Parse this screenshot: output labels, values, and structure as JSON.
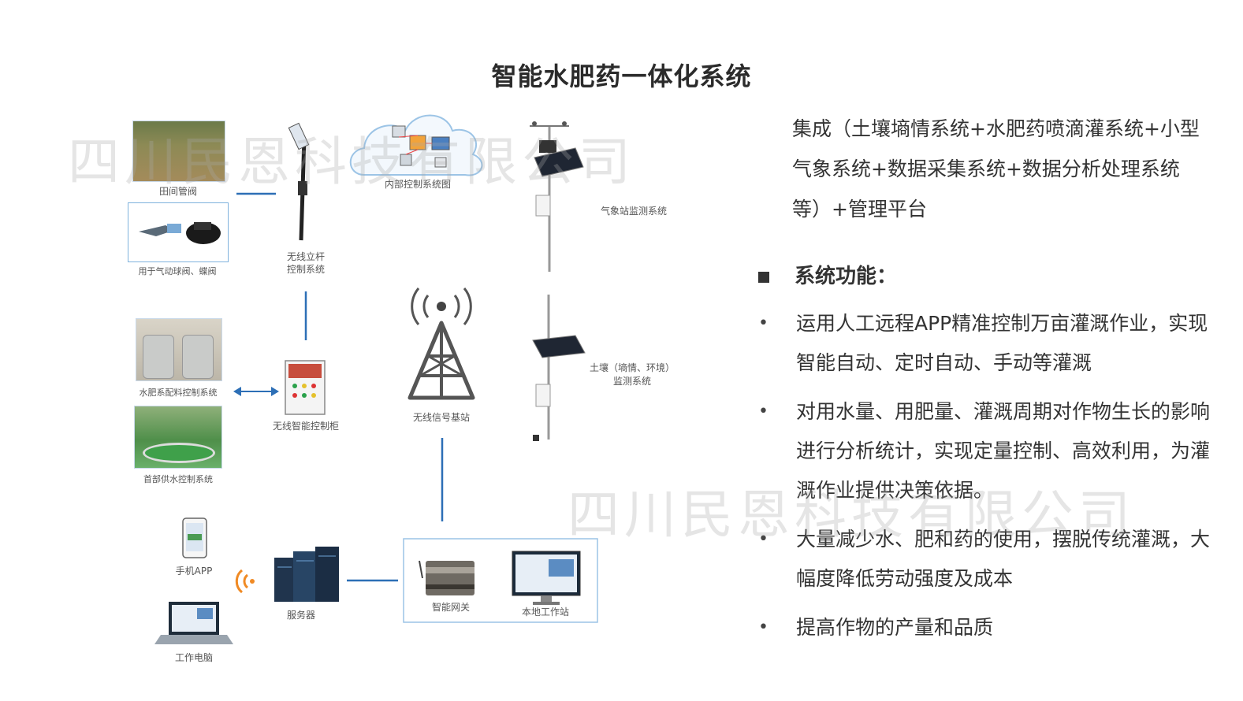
{
  "title": "智能水肥药一体化系统",
  "watermark": "四川民恩科技有限公司",
  "diagram": {
    "labels": {
      "field_valve": "田间管阀",
      "valve_device": "用于气动球阀、蝶阀",
      "wireless_pole": "无线立杆\n控制系统",
      "internal_control": "内部控制系统图",
      "weather_station": "气象站监测系统",
      "fertilizer_system": "水肥系配料控制系统",
      "cabinet": "无线智能控制柜",
      "base_station": "无线信号基站",
      "soil_system": "土壤（墒情、环境）\n监测系统",
      "source_water": "首部供水控制系统",
      "phone_app": "手机APP",
      "server": "服务器",
      "gateway": "智能网关",
      "workstation": "本地工作站",
      "work_pc": "工作电脑"
    },
    "colors": {
      "line": "#2d6fb6",
      "tower": "#555555",
      "wifi": "#f08a24"
    }
  },
  "right": {
    "intro": "集成（土壤墒情系统+水肥药喷滴灌系统+小型气象系统+数据采集系统+数据分析处理系统等）+管理平台",
    "functions_heading": "系统功能：",
    "bullet_symbol": "•",
    "functions": [
      "运用人工远程APP精准控制万亩灌溉作业，实现智能自动、定时自动、手动等灌溉",
      "对用水量、用肥量、灌溉周期对作物生长的影响进行分析统计，实现定量控制、高效利用，为灌溉作业提供决策依据。",
      "大量减少水、肥和药的使用，摆脱传统灌溉，大幅度降低劳动强度及成本",
      "提高作物的产量和品质"
    ]
  }
}
